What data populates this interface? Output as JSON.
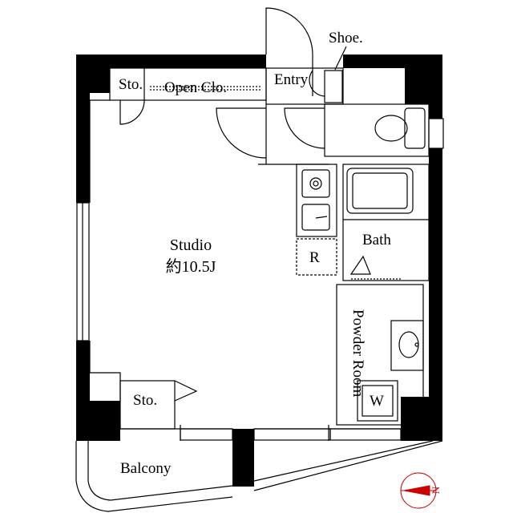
{
  "floorplan": {
    "rooms": {
      "studio": "Studio",
      "studio_size": "約10.5J",
      "bath": "Bath",
      "powder_room": "Powder Room",
      "balcony": "Balcony",
      "entry": "Entry",
      "open_closet": "Open Clo.",
      "storage_top": "Sto.",
      "storage_bottom": "Sto.",
      "shoe": "Shoe."
    },
    "fixtures": {
      "refrigerator": "R",
      "washer": "W"
    },
    "compass": {
      "north_label": "N"
    },
    "colors": {
      "wall": "#000000",
      "line": "#000000",
      "background": "#ffffff",
      "compass": "#cc0000"
    }
  }
}
